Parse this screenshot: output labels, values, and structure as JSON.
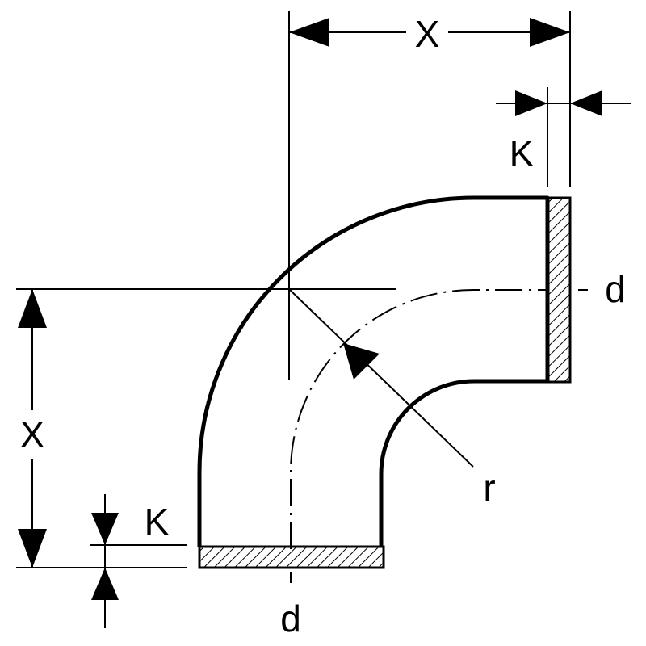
{
  "labels": {
    "x_top": "X",
    "x_left": "X",
    "k_top": "K",
    "k_bottom": "K",
    "d_right": "d",
    "d_bottom": "d",
    "r": "r"
  }
}
